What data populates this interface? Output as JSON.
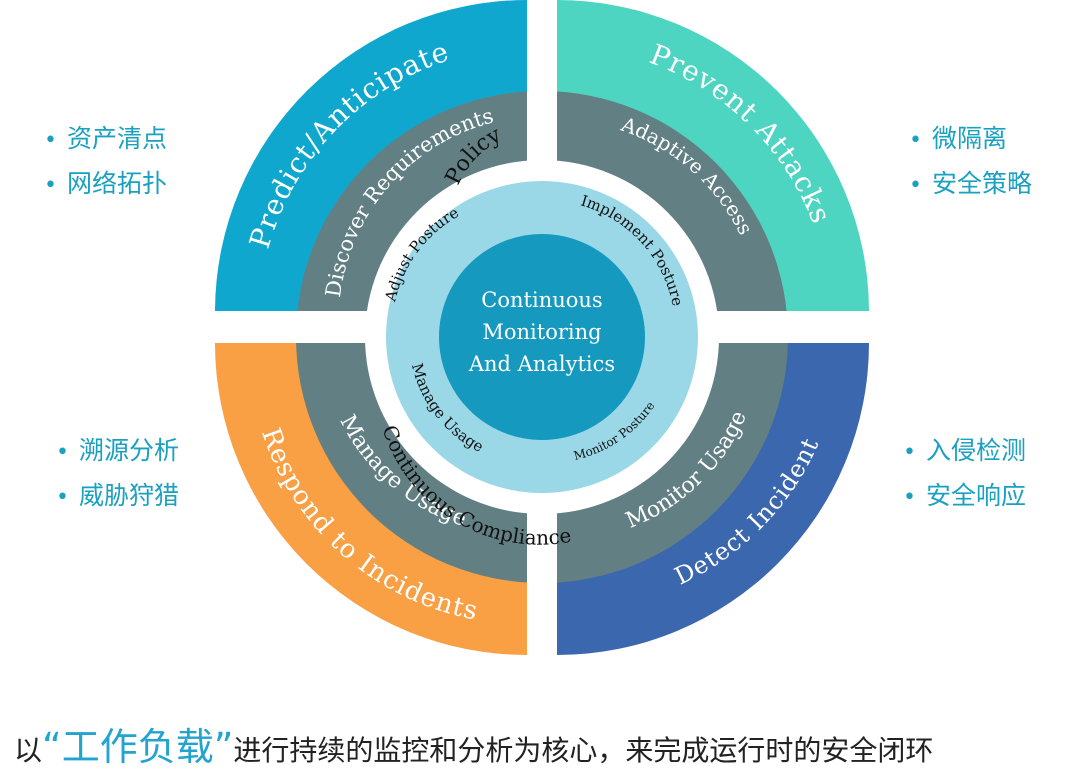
{
  "diagram": {
    "center_label_lines": [
      "Continuous",
      "Monitoring",
      "And Analytics"
    ],
    "inner_ring": [
      "Adjust Posture",
      "Implement Posture",
      "Monitor Posture",
      "Manage Usage"
    ],
    "ring_top_label": "Policy",
    "ring_bottom_label": "Continuous Compliance",
    "quadrants": [
      {
        "id": "predict",
        "outer_label": "Predict/Anticipate",
        "middle_label": "Discover Requirements",
        "outer_color": "#0fa7cd"
      },
      {
        "id": "prevent",
        "outer_label": "Prevent Attacks",
        "middle_label": "Adaptive Access",
        "outer_color": "#4dd5c1"
      },
      {
        "id": "detect",
        "outer_label": "Detect Incidents",
        "middle_label": "Monitor Usage",
        "outer_color": "#3b67ae"
      },
      {
        "id": "respond",
        "outer_label": "Respond to Incidents",
        "middle_label": "Manage Usage",
        "outer_color": "#f99f44"
      }
    ],
    "middle_ring_color": "#628084",
    "inner_ring_color": "#9ad8e7",
    "center_color": "#1599be"
  },
  "side_lists": {
    "top_left": [
      "资产清点",
      "网络拓扑"
    ],
    "top_right": [
      "微隔离",
      "安全策略"
    ],
    "bottom_left": [
      "溯源分析",
      "威胁狩猎"
    ],
    "bottom_right": [
      "入侵检测",
      "安全响应"
    ]
  },
  "caption": {
    "before": "以",
    "highlight": "“工作负载”",
    "after": "进行持续的监控和分析为核心，来完成运行时的安全闭环"
  }
}
